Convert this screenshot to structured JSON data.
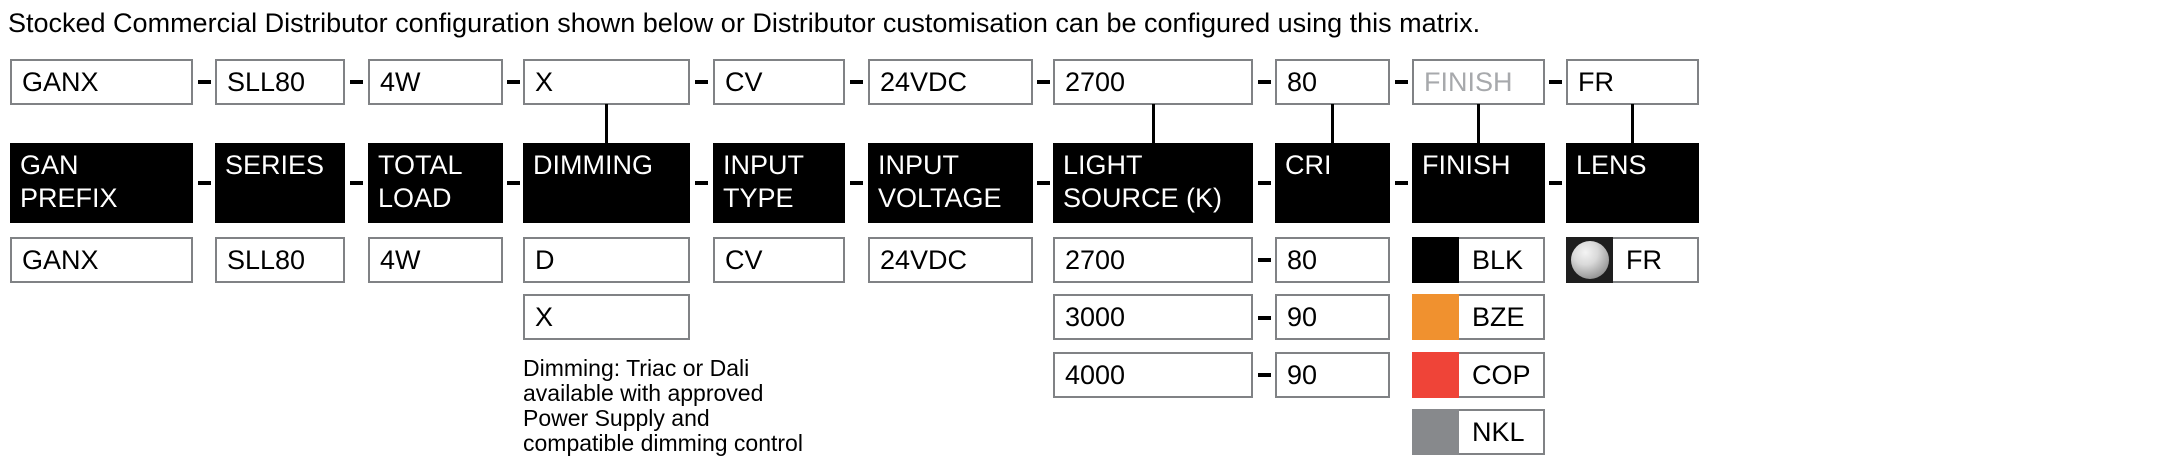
{
  "title": "Stocked Commercial Distributor configuration shown below or Distributor customisation can be configured using this matrix.",
  "separator": "-",
  "columns": [
    {
      "header": "GAN\nPREFIX",
      "code": "GANX",
      "options": [
        "GANX"
      ]
    },
    {
      "header": "SERIES",
      "code": "SLL80",
      "options": [
        "SLL80"
      ]
    },
    {
      "header": "TOTAL\nLOAD",
      "code": "4W",
      "options": [
        "4W"
      ]
    },
    {
      "header": "DIMMING",
      "code": "X",
      "options": [
        "D",
        "X"
      ],
      "note": "Dimming: Triac or Dali\navailable with approved\nPower Supply and\ncompatible dimming control"
    },
    {
      "header": "INPUT\nTYPE",
      "code": "CV",
      "options": [
        "CV"
      ]
    },
    {
      "header": "INPUT\nVOLTAGE",
      "code": "24VDC",
      "options": [
        "24VDC"
      ]
    },
    {
      "header": "LIGHT\nSOURCE (K)",
      "code": "2700",
      "options": [
        "2700",
        "3000",
        "4000"
      ]
    },
    {
      "header": "CRI",
      "code": "80",
      "options": [
        "80",
        "90",
        "90"
      ]
    },
    {
      "header": "FINISH",
      "code": "FINISH",
      "code_is_placeholder": true,
      "options": [
        {
          "label": "BLK",
          "color": "#000000"
        },
        {
          "label": "BZE",
          "color": "#F0912F"
        },
        {
          "label": "COP",
          "color": "#EF4438"
        },
        {
          "label": "NKL",
          "color": "#87898C"
        }
      ]
    },
    {
      "header": "LENS",
      "code": "FR",
      "options": [
        {
          "label": "FR",
          "icon": "frosted-sphere-icon",
          "swatch_background": "#1E1E1E"
        }
      ]
    }
  ]
}
